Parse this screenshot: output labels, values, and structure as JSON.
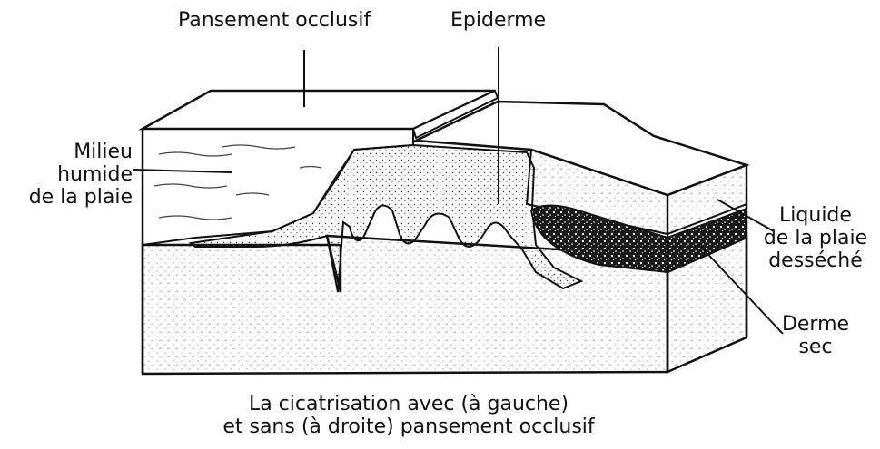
{
  "labels": {
    "occlusive_dressing": "Pansement occlusif",
    "epidermis": "Epiderme",
    "moist_environment": [
      "Milieu",
      "humide",
      "de la plaie"
    ],
    "dried_wound_fluid": [
      "Liquide",
      "de la plaie",
      "desséché"
    ],
    "dry_dermis": [
      "Derme",
      "sec"
    ]
  },
  "caption": {
    "line1": "La cicatrisation avec (à gauche)",
    "line2": "et sans (à droite) pansement occlusif"
  }
}
